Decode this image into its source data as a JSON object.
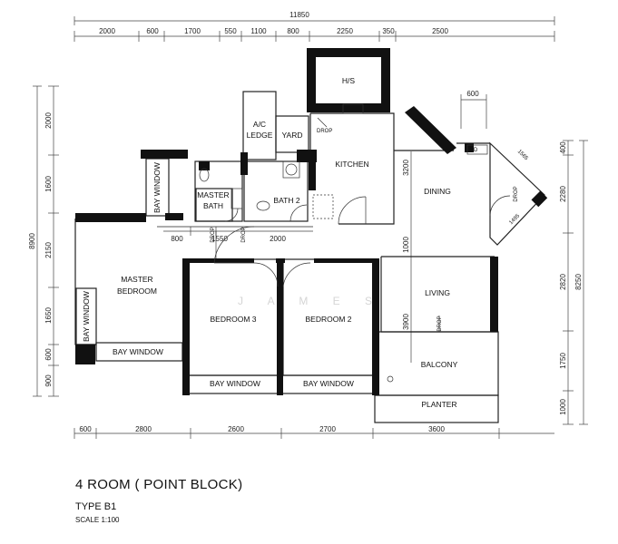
{
  "title": "4 ROOM ( POINT BLOCK)",
  "type_label": "TYPE B1",
  "scale_label": "SCALE 1:100",
  "watermark": "J A M E S",
  "rooms": {
    "hs": "H/S",
    "ac_ledge_1": "A/C",
    "ac_ledge_2": "LEDGE",
    "yard": "YARD",
    "kitchen": "KITCHEN",
    "dining": "DINING",
    "living": "LIVING",
    "balcony": "BALCONY",
    "planter": "PLANTER",
    "master_bath_1": "MASTER",
    "master_bath_2": "BATH",
    "bath2": "BATH 2",
    "master_bedroom_1": "MASTER",
    "master_bedroom_2": "BEDROOM",
    "bedroom3": "BEDROOM 3",
    "bedroom2": "BEDROOM 2",
    "bay_window_master_top": "BAY WINDOW",
    "bay_window_master_side": "BAY WINDOW",
    "bay_window_master_bottom": "BAY WINDOW",
    "bay_window_bed3": "BAY WINDOW",
    "bay_window_bed2": "BAY WINDOW"
  },
  "small_labels": {
    "drop_yard": "DROP",
    "drop_bath_a": "DROP",
    "drop_bath_b": "DROP",
    "drop_dining": "DROP",
    "drop_living": "DROP",
    "sd": "SD"
  },
  "dimensions": {
    "overall_top": "11850",
    "top_segments": [
      "2000",
      "600",
      "1700",
      "550",
      "1100",
      "800",
      "2250",
      "350",
      "2500"
    ],
    "right_600": "600",
    "bottom_segments": [
      "600",
      "2800",
      "2600",
      "2700",
      "3600"
    ],
    "left_overall": "8900",
    "left_segments": [
      "2000",
      "1600",
      "2150",
      "1650",
      "600",
      "900"
    ],
    "right_overall": "8250",
    "right_segments": [
      "400",
      "2280",
      "2820",
      "1750",
      "1000"
    ],
    "inner_800": "800",
    "inner_1550": "1550",
    "inner_2000": "2000",
    "inner_3200": "3200",
    "inner_1000": "1000",
    "inner_3900": "3900",
    "diag_1565": "1565",
    "diag_1495": "1495"
  }
}
